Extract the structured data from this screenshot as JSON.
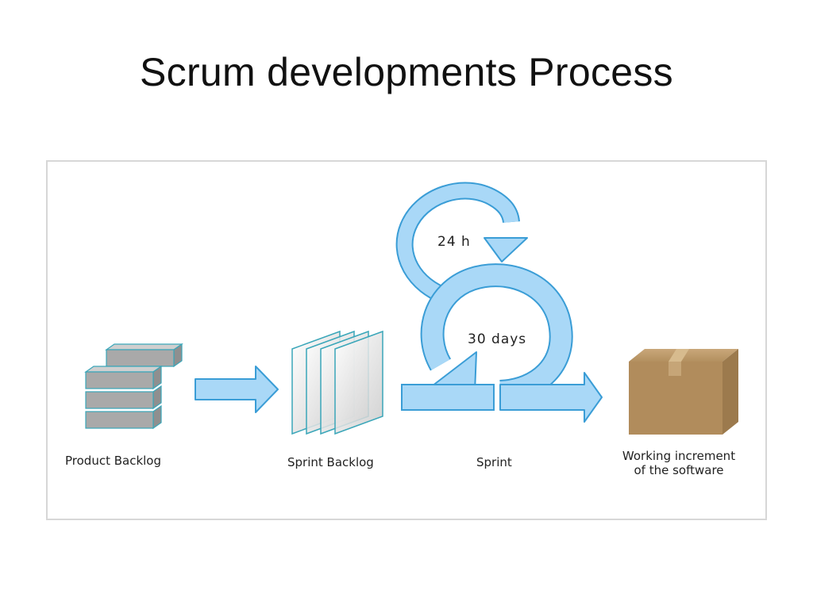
{
  "slide": {
    "title": "Scrum developments Process"
  },
  "diagram": {
    "loops": {
      "daily": "24 h",
      "sprint": "30 days"
    },
    "stages": [
      {
        "label": "Product Backlog"
      },
      {
        "label": "Sprint Backlog"
      },
      {
        "label": "Sprint"
      },
      {
        "label_line1": "Working increment",
        "label_line2": "of the software"
      }
    ],
    "icons": [
      "stacked-blocks-icon",
      "glass-panes-icon",
      "cycle-arrow-icon",
      "cardboard-box-icon"
    ],
    "colors": {
      "arrow_fill": "#a9d8f7",
      "arrow_stroke": "#3a9dd6",
      "block_fill": "#a9a9a9",
      "block_stroke": "#3aa6b9",
      "box_fill": "#b18c5c"
    }
  }
}
